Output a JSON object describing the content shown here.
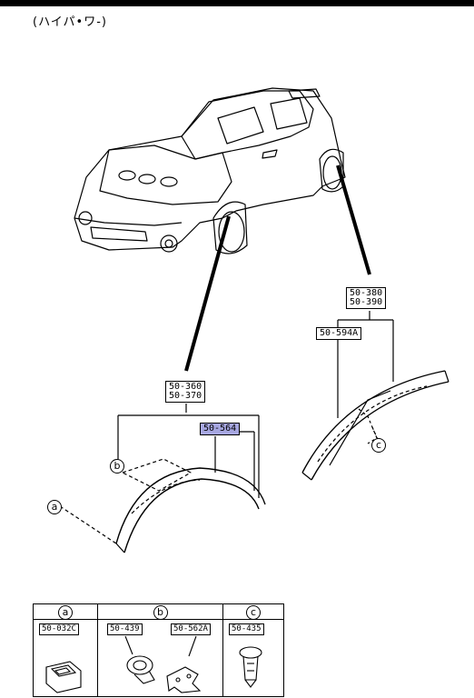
{
  "caption": "(ハイパ•ワ-)",
  "parts": {
    "rear_upper": "50-380",
    "rear_lower": "50-390",
    "rear_trim": "50-594A",
    "front_upper": "50-360",
    "front_lower": "50-370",
    "front_trim": "50-564"
  },
  "callouts": {
    "a": "a",
    "b": "b",
    "c": "c"
  },
  "legend": [
    {
      "key": "a",
      "parts": [
        "50-032C"
      ]
    },
    {
      "key": "b",
      "parts": [
        "50-439",
        "50-562A"
      ]
    },
    {
      "key": "c",
      "parts": [
        "50-435"
      ]
    }
  ]
}
